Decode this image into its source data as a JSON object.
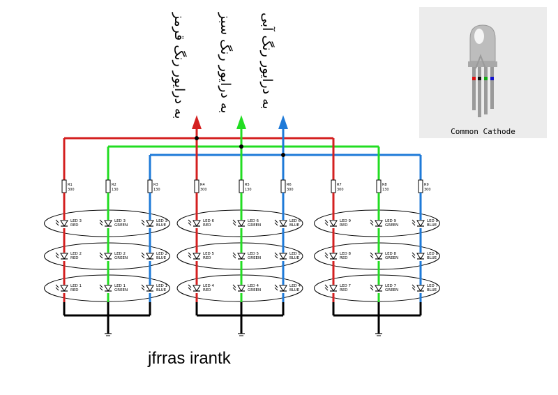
{
  "labels": {
    "red_driver": "به درایور رنگ قرمز",
    "green_driver": "به درایور رنگ سبز",
    "blue_driver": "به درایور رنگ آبی",
    "signature": "jfrras  irantk"
  },
  "inset": {
    "caption": "Common Cathode"
  },
  "colors": {
    "red": "#d42020",
    "green": "#22dd22",
    "blue": "#1e7ad8",
    "black": "#000000"
  },
  "groups": [
    {
      "resistors": [
        {
          "ref": "R1",
          "val": "300",
          "color": "red"
        },
        {
          "ref": "R2",
          "val": "130",
          "color": "green"
        },
        {
          "ref": "R3",
          "val": "130",
          "color": "blue"
        }
      ],
      "rows": [
        [
          [
            "LED 3",
            "RED"
          ],
          [
            "LED 3",
            "GREEN"
          ],
          [
            "LED 3",
            "BLUE"
          ]
        ],
        [
          [
            "LED 2",
            "RED"
          ],
          [
            "LED 2",
            "GREEN"
          ],
          [
            "LED 2",
            "BLUE"
          ]
        ],
        [
          [
            "LED 1",
            "RED"
          ],
          [
            "LED 1",
            "GREEN"
          ],
          [
            "LED 1",
            "BLUE"
          ]
        ]
      ]
    },
    {
      "resistors": [
        {
          "ref": "R4",
          "val": "300",
          "color": "red"
        },
        {
          "ref": "R5",
          "val": "130",
          "color": "green"
        },
        {
          "ref": "R6",
          "val": "300",
          "color": "blue"
        }
      ],
      "rows": [
        [
          [
            "LED 6",
            "RED"
          ],
          [
            "LED 6",
            "GREEN"
          ],
          [
            "LED 6",
            "BLUE"
          ]
        ],
        [
          [
            "LED 5",
            "RED"
          ],
          [
            "LED 5",
            "GREEN"
          ],
          [
            "LED 5",
            "BLUE"
          ]
        ],
        [
          [
            "LED 4",
            "RED"
          ],
          [
            "LED 4",
            "GREEN"
          ],
          [
            "LED 4",
            "BLUE"
          ]
        ]
      ]
    },
    {
      "resistors": [
        {
          "ref": "R7",
          "val": "300",
          "color": "red"
        },
        {
          "ref": "R8",
          "val": "130",
          "color": "green"
        },
        {
          "ref": "R9",
          "val": "300",
          "color": "blue"
        }
      ],
      "rows": [
        [
          [
            "LED 9",
            "RED"
          ],
          [
            "LED 9",
            "GREEN"
          ],
          [
            "LED 9",
            "BLUE"
          ]
        ],
        [
          [
            "LED 8",
            "RED"
          ],
          [
            "LED 8",
            "GREEN"
          ],
          [
            "LED 8",
            "BLUE"
          ]
        ],
        [
          [
            "LED 7",
            "RED"
          ],
          [
            "LED 7",
            "GREEN"
          ],
          [
            "LED 7",
            "BLUE"
          ]
        ]
      ]
    }
  ]
}
